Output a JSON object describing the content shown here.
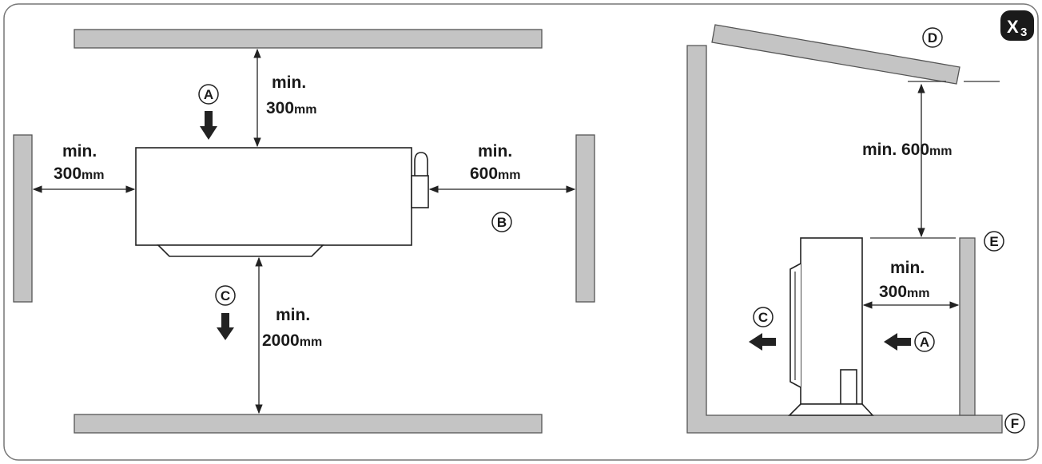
{
  "badge": {
    "letter": "X",
    "sub": "3"
  },
  "colors": {
    "wall": "#c4c4c4",
    "ink": "#222222",
    "badge": "#1a1a1a"
  },
  "left_view": {
    "top_clearance": {
      "prefix": "min.",
      "value": "300",
      "unit": "mm"
    },
    "left_clearance": {
      "prefix": "min.",
      "value": "300",
      "unit": "mm"
    },
    "right_clearance": {
      "prefix": "min.",
      "value": "600",
      "unit": "mm"
    },
    "bottom_clearance": {
      "prefix": "min.",
      "value": "2000",
      "unit": "mm"
    },
    "markers": {
      "a": "A",
      "b": "B",
      "c": "C"
    }
  },
  "right_view": {
    "top_clearance": {
      "text": "min. 600",
      "unit": "mm"
    },
    "rear_clearance": {
      "prefix": "min.",
      "value": "300",
      "unit": "mm"
    },
    "markers": {
      "a": "A",
      "c": "C",
      "d": "D",
      "e": "E",
      "f": "F"
    }
  }
}
